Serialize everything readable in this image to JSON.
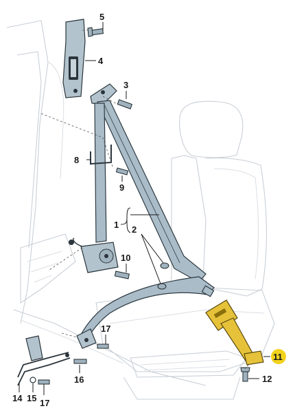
{
  "callouts": [
    {
      "id": "5",
      "label": "5",
      "highlighted": false
    },
    {
      "id": "4",
      "label": "4",
      "highlighted": false
    },
    {
      "id": "3",
      "label": "3",
      "highlighted": false
    },
    {
      "id": "8",
      "label": "8",
      "highlighted": false
    },
    {
      "id": "9",
      "label": "9",
      "highlighted": false
    },
    {
      "id": "1",
      "label": "1",
      "highlighted": false
    },
    {
      "id": "2",
      "label": "2",
      "highlighted": false
    },
    {
      "id": "10",
      "label": "10",
      "highlighted": false
    },
    {
      "id": "17a",
      "label": "17",
      "highlighted": false
    },
    {
      "id": "16",
      "label": "16",
      "highlighted": false
    },
    {
      "id": "14",
      "label": "14",
      "highlighted": false
    },
    {
      "id": "15",
      "label": "15",
      "highlighted": false
    },
    {
      "id": "17b",
      "label": "17",
      "highlighted": false
    },
    {
      "id": "11",
      "label": "11",
      "highlighted": true
    },
    {
      "id": "12",
      "label": "12",
      "highlighted": false
    }
  ],
  "colors": {
    "highlight_badge": "#f2d21b",
    "highlighted_part": "#e6c23a",
    "belt": "#a9bcc8",
    "ghost_lines": "#c9cfd6"
  }
}
